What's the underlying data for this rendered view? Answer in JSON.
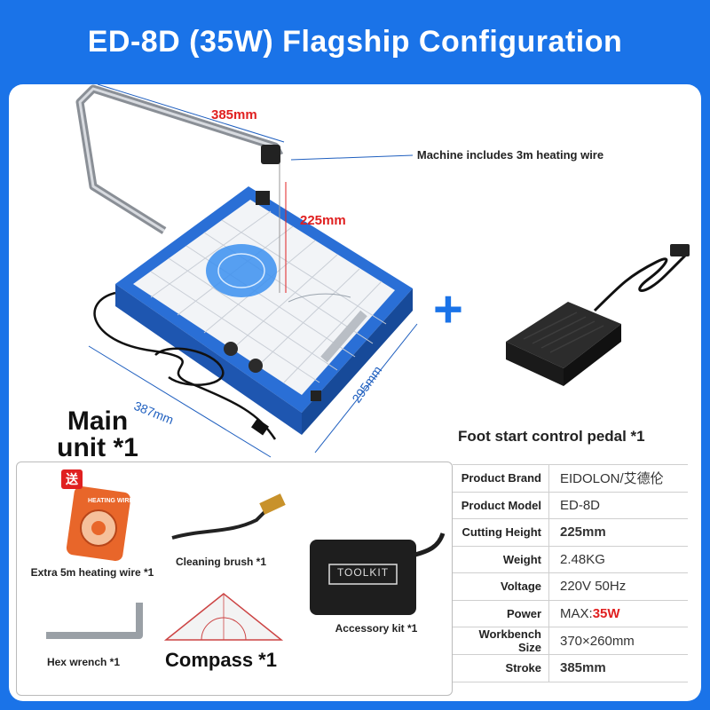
{
  "title": "ED-8D (35W) Flagship Configuration",
  "colors": {
    "background": "#1a73e8",
    "card": "#ffffff",
    "accent_red": "#e02020",
    "machine_blue": "#2a6fd6"
  },
  "machine": {
    "dim_width": "385mm",
    "dim_height": "225mm",
    "dim_depth": "295mm",
    "dim_length": "387mm",
    "wire_note": "Machine includes 3m heating wire",
    "main_unit_line1": "Main",
    "main_unit_line2": "unit *1"
  },
  "plus": "+",
  "pedal": {
    "label": "Foot start control pedal *1"
  },
  "accessories": {
    "gift_badge": "送",
    "wire_pack_text": "HEATING WIRE",
    "extra_wire": "Extra 5m heating wire *1",
    "cleaning_brush": "Cleaning brush *1",
    "toolkit_text": "TOOLKIT",
    "accessory_kit": "Accessory kit *1",
    "hex_wrench": "Hex wrench *1",
    "compass": "Compass *1"
  },
  "specs": [
    {
      "label": "Product Brand",
      "value": "EIDOLON/艾德伦",
      "highlight": false
    },
    {
      "label": "Product Model",
      "value": "ED-8D",
      "highlight": false
    },
    {
      "label": "Cutting Height",
      "value": "225mm",
      "highlight": true
    },
    {
      "label": "Weight",
      "value": "2.48KG",
      "highlight": false
    },
    {
      "label": "Voltage",
      "value": "220V 50Hz",
      "highlight": false
    },
    {
      "label": "Power",
      "value_prefix": "MAX:",
      "value": "35W",
      "highlight": true
    },
    {
      "label": "Workbench Size",
      "value": "370×260mm",
      "highlight": false
    },
    {
      "label": "Stroke",
      "value": "385mm",
      "highlight": true
    }
  ]
}
